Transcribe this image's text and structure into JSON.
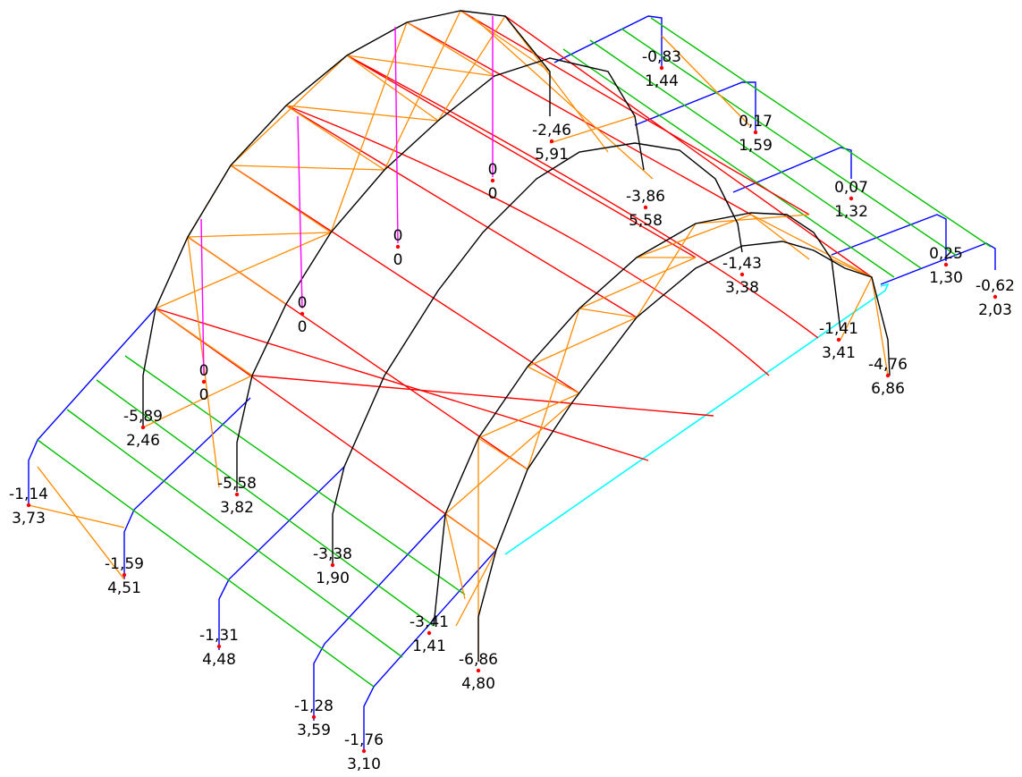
{
  "colors": {
    "arch": "#000000",
    "purlin": "#ff0000",
    "bracing": "#ff8c00",
    "hanger": "#ff00ff",
    "column": "#0000ff",
    "beam": "#00c000",
    "base_edge": "#00ffff",
    "support_marker": "#ff0000"
  },
  "support_labels": [
    {
      "id": "s1",
      "top": "-1,14",
      "bottom": "3,73"
    },
    {
      "id": "s2",
      "top": "-1,59",
      "bottom": "4,51"
    },
    {
      "id": "s3",
      "top": "-5,89",
      "bottom": "2,46"
    },
    {
      "id": "s4",
      "top": "0",
      "bottom": "0"
    },
    {
      "id": "s5",
      "top": "-5,58",
      "bottom": "3,82"
    },
    {
      "id": "s6",
      "top": "0",
      "bottom": "0"
    },
    {
      "id": "s7",
      "top": "0",
      "bottom": "0"
    },
    {
      "id": "s8",
      "top": "0",
      "bottom": "0"
    },
    {
      "id": "s9",
      "top": "-1,31",
      "bottom": "4,48"
    },
    {
      "id": "s10",
      "top": "-3,38",
      "bottom": "1,90"
    },
    {
      "id": "s11",
      "top": "-1,28",
      "bottom": "3,59"
    },
    {
      "id": "s12",
      "top": "-1,76",
      "bottom": "3,10"
    },
    {
      "id": "s13",
      "top": "-3,41",
      "bottom": "1,41"
    },
    {
      "id": "s14",
      "top": "-6,86",
      "bottom": "4,80"
    },
    {
      "id": "s15",
      "top": "-2,46",
      "bottom": "5,91"
    },
    {
      "id": "s16",
      "top": "-3,86",
      "bottom": "5,58"
    },
    {
      "id": "s17",
      "top": "-1,43",
      "bottom": "3,38"
    },
    {
      "id": "s18",
      "top": "-1,41",
      "bottom": "3,41"
    },
    {
      "id": "s19",
      "top": "-4,76",
      "bottom": "6,86"
    },
    {
      "id": "s20",
      "top": "-0,83",
      "bottom": "1,44"
    },
    {
      "id": "s21",
      "top": "0,17",
      "bottom": "1,59"
    },
    {
      "id": "s22",
      "top": "0,07",
      "bottom": "1,32"
    },
    {
      "id": "s23",
      "top": "0,25",
      "bottom": "1,30"
    },
    {
      "id": "s24",
      "top": "-0,62",
      "bottom": "2,03"
    }
  ]
}
